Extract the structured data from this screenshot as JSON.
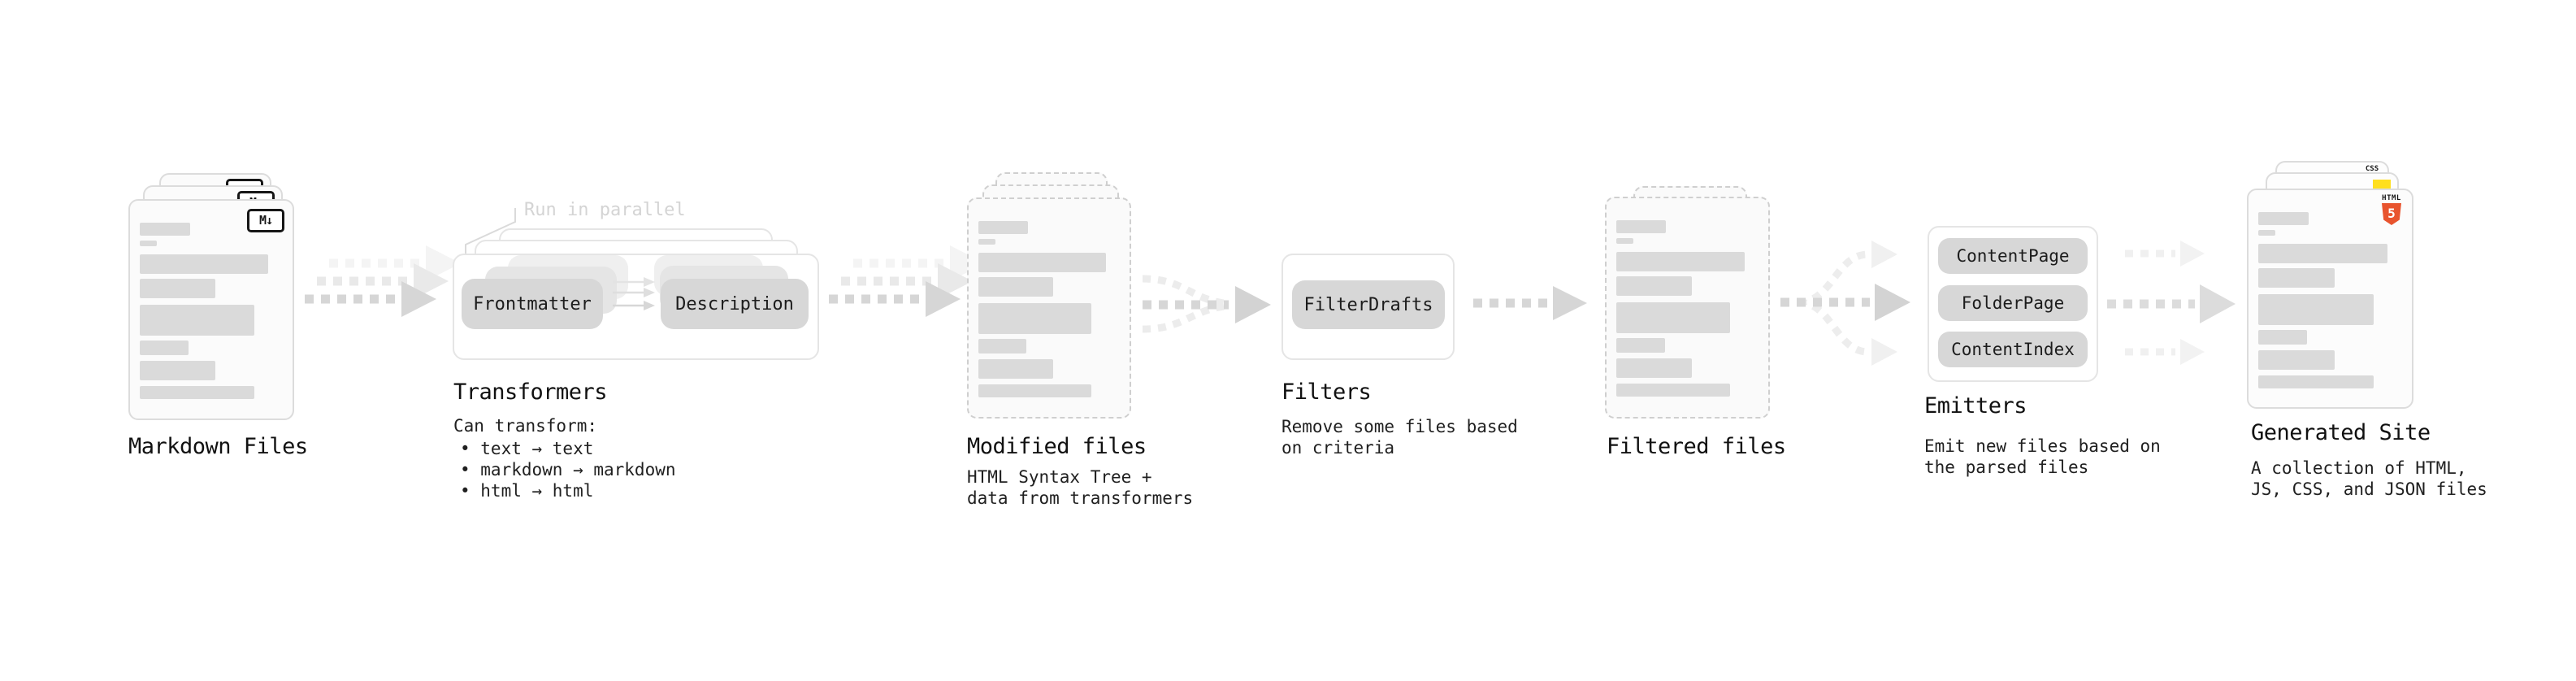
{
  "diagram": {
    "markdown": {
      "label": "Markdown Files",
      "badge": "M↓"
    },
    "transformers": {
      "label": "Transformers",
      "callout": "Run in parallel",
      "node_a": "Frontmatter",
      "node_b": "Description",
      "caption_title": "Can transform:",
      "bullets": [
        "• text → text",
        "• markdown → markdown",
        "• html → html"
      ]
    },
    "modified_files": {
      "label": "Modified files",
      "caption": "HTML Syntax Tree +\ndata from transformers"
    },
    "filters": {
      "label": "Filters",
      "node": "FilterDrafts",
      "caption": "Remove some files based\non criteria"
    },
    "filtered_files": {
      "label": "Filtered files"
    },
    "emitters": {
      "label": "Emitters",
      "nodes": [
        "ContentPage",
        "FolderPage",
        "ContentIndex"
      ],
      "caption": "Emit new files based on\nthe parsed files"
    },
    "generated_site": {
      "label": "Generated Site",
      "caption": "A collection of HTML,\nJS, CSS, and JSON files",
      "css_badge": "CSS",
      "html_badge_title": "HTML",
      "html_badge_digit": "5"
    }
  },
  "colors": {
    "html5_orange": "#e8542e",
    "js_yellow": "#ffdf1e",
    "css_blue": "#2965f1",
    "node_fill": "#d7d7d7",
    "arrow_gray": "#d6d6d6",
    "muted_label": "#d4d4d4"
  }
}
